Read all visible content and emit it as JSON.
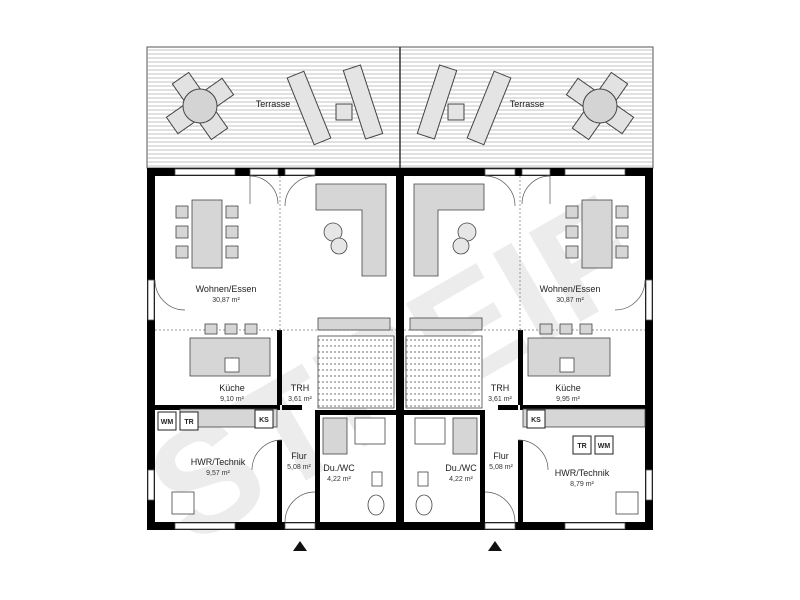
{
  "plan": {
    "terrace_label": "Terrasse",
    "watermark": "STREIF",
    "rooms_left": [
      {
        "name": "Wohnen/Essen",
        "area": "30,87 m²"
      },
      {
        "name": "Küche",
        "area": "9,10 m²"
      },
      {
        "name": "TRH",
        "area": "3,61 m²"
      },
      {
        "name": "HWR/Technik",
        "area": "9,57 m²"
      },
      {
        "name": "Flur",
        "area": "5,08 m²"
      },
      {
        "name": "Du./WC",
        "area": "4,22 m²"
      }
    ],
    "rooms_right": [
      {
        "name": "Wohnen/Essen",
        "area": "30,87 m²"
      },
      {
        "name": "Küche",
        "area": "9,95 m²"
      },
      {
        "name": "TRH",
        "area": "3,61 m²"
      },
      {
        "name": "HWR/Technik",
        "area": "8,79 m²"
      },
      {
        "name": "Flur",
        "area": "5,08 m²"
      },
      {
        "name": "Du./WC",
        "area": "4,22 m²"
      }
    ],
    "appliances": {
      "washer": "WM",
      "dryer": "TR",
      "fridge": "KS"
    }
  }
}
